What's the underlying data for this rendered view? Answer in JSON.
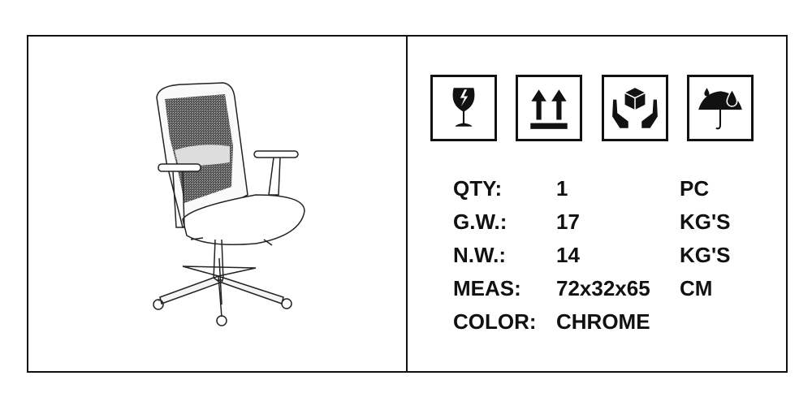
{
  "handling_icons": [
    {
      "name": "fragile-icon"
    },
    {
      "name": "this-way-up-icon"
    },
    {
      "name": "handle-with-care-icon"
    },
    {
      "name": "keep-dry-icon"
    }
  ],
  "specs": [
    {
      "label": "QTY:",
      "value": "1",
      "unit": "PC"
    },
    {
      "label": "G.W.:",
      "value": "17",
      "unit": "KG'S"
    },
    {
      "label": "N.W.:",
      "value": "14",
      "unit": "KG'S"
    },
    {
      "label": "MEAS:",
      "value": "72x32x65",
      "unit": "CM"
    },
    {
      "label": "COLOR:",
      "value": "CHROME",
      "unit": ""
    }
  ]
}
